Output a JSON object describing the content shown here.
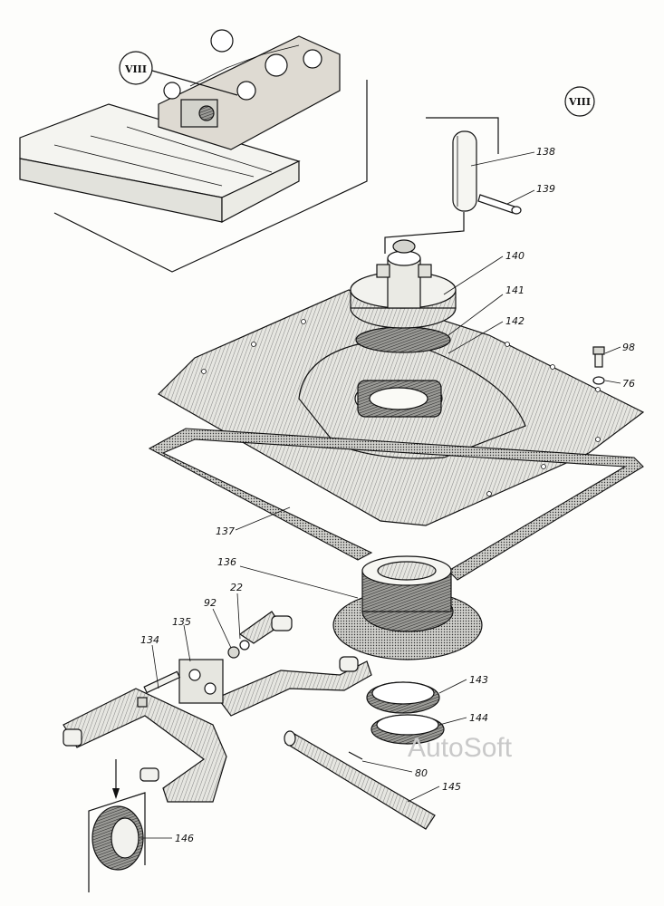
{
  "view_marker": "VIII",
  "inset_marker": "VIII",
  "watermark": "AutoSoft",
  "part_labels": [
    "138",
    "139",
    "140",
    "141",
    "142",
    "98",
    "76",
    "137",
    "136",
    "22",
    "92",
    "135",
    "134",
    "143",
    "144",
    "80",
    "145",
    "146"
  ]
}
